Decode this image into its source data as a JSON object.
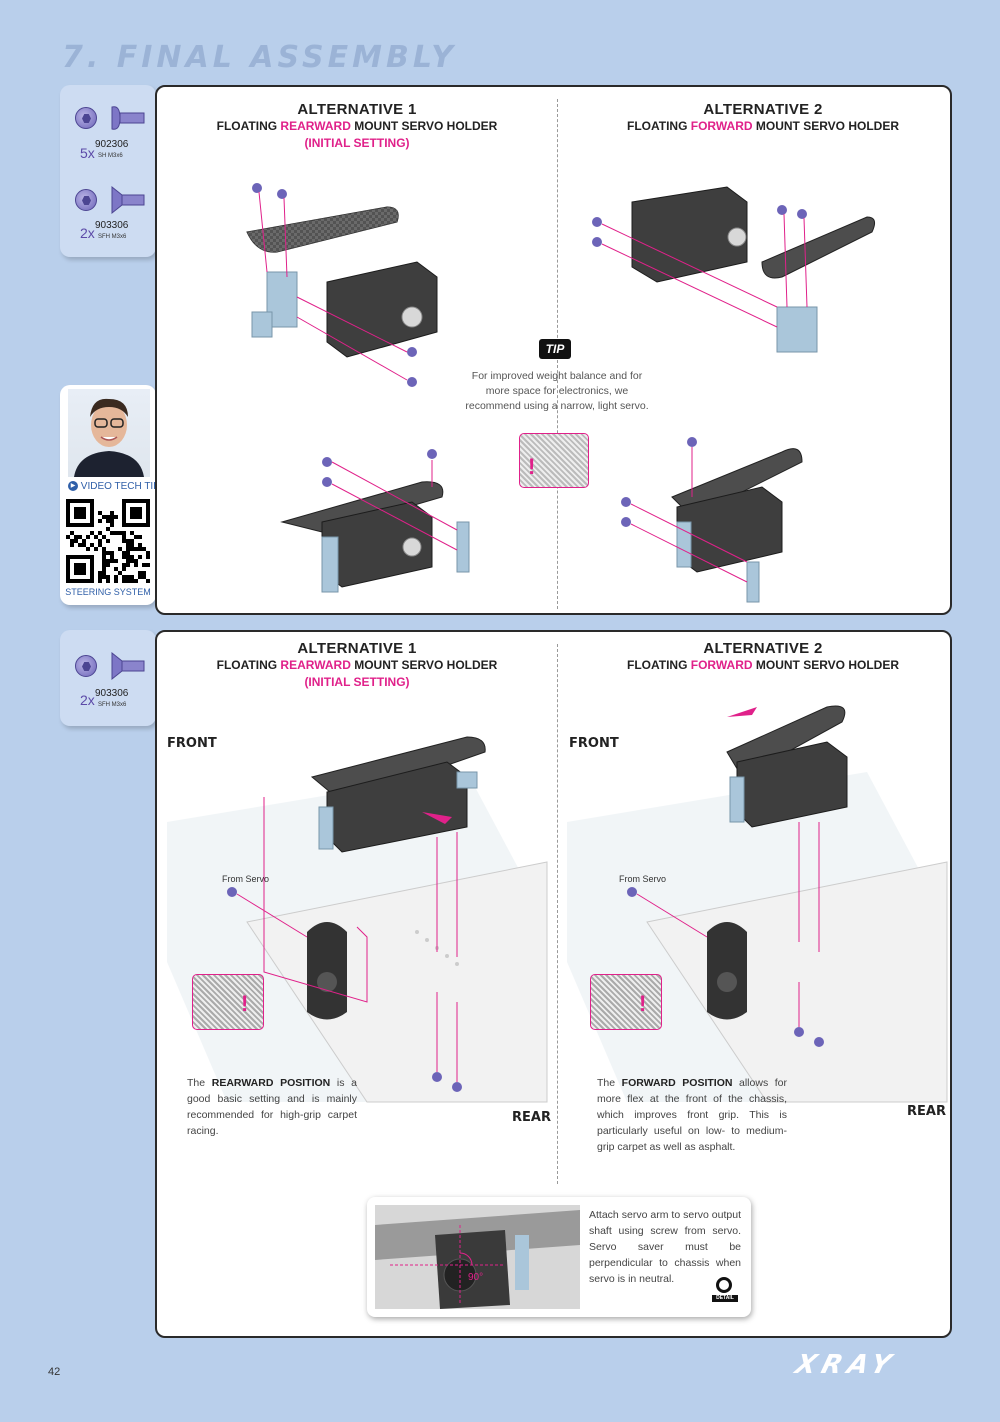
{
  "page": {
    "title": "7. FINAL ASSEMBLY",
    "page_number": "42",
    "brand_logo": "XRAY"
  },
  "colors": {
    "background": "#b9cfeb",
    "accent_magenta": "#e0218a",
    "screw_purple": "#6c64b8",
    "part_light_blue": "#a9c8dc",
    "carbon_dark": "#4a4a4a"
  },
  "side_box_1": {
    "items": [
      {
        "qty": "5x",
        "part": "902306",
        "spec": "SH M3x6",
        "icon": "button-head-screw-icon"
      },
      {
        "qty": "2x",
        "part": "903306",
        "spec": "SFH M3x6",
        "icon": "flat-head-screw-icon"
      }
    ]
  },
  "video_tip": {
    "label": "VIDEO TECH TIP",
    "caption": "STEERING SYSTEM",
    "icon": "play-icon"
  },
  "side_box_2": {
    "items": [
      {
        "qty": "2x",
        "part": "903306",
        "spec": "SFH M3x6",
        "icon": "flat-head-screw-icon"
      }
    ]
  },
  "panel_1": {
    "alt1": {
      "title": "ALTERNATIVE 1",
      "sub_pre": "FLOATING ",
      "sub_mag": "REARWARD",
      "sub_post": " MOUNT SERVO HOLDER",
      "note": "(INITIAL SETTING)"
    },
    "alt2": {
      "title": "ALTERNATIVE 2",
      "sub_pre": "FLOATING ",
      "sub_mag": "FORWARD",
      "sub_post": " MOUNT SERVO HOLDER"
    },
    "tip": {
      "badge": "TIP",
      "text": "For improved weight balance and for more space for electronics, we recommend using a narrow, light servo."
    }
  },
  "panel_2": {
    "alt1": {
      "title": "ALTERNATIVE 1",
      "sub_pre": "FLOATING ",
      "sub_mag": "REARWARD",
      "sub_post": " MOUNT SERVO HOLDER",
      "note": "(INITIAL SETTING)"
    },
    "alt2": {
      "title": "ALTERNATIVE 2",
      "sub_pre": "FLOATING ",
      "sub_mag": "FORWARD",
      "sub_post": " MOUNT SERVO HOLDER"
    },
    "front_label": "FRONT",
    "rear_label": "REAR",
    "from_servo": "From Servo",
    "alt1_text_pre": "The ",
    "alt1_text_bold": "REARWARD POSITION",
    "alt1_text_post": " is a good basic setting and is mainly recommended for high-grip carpet racing.",
    "alt2_text_pre": "The ",
    "alt2_text_bold": "FORWARD POSITION",
    "alt2_text_post": " allows for more flex at the front of the chassis, which improves front grip. This is particularly useful on low- to medium-grip carpet as well as asphalt.",
    "detail": {
      "text": "Attach servo arm to servo output shaft using screw from servo. Servo saver must be perpendicular to chassis when servo is in neutral.",
      "angle": "90°",
      "badge": "DETAIL"
    }
  }
}
